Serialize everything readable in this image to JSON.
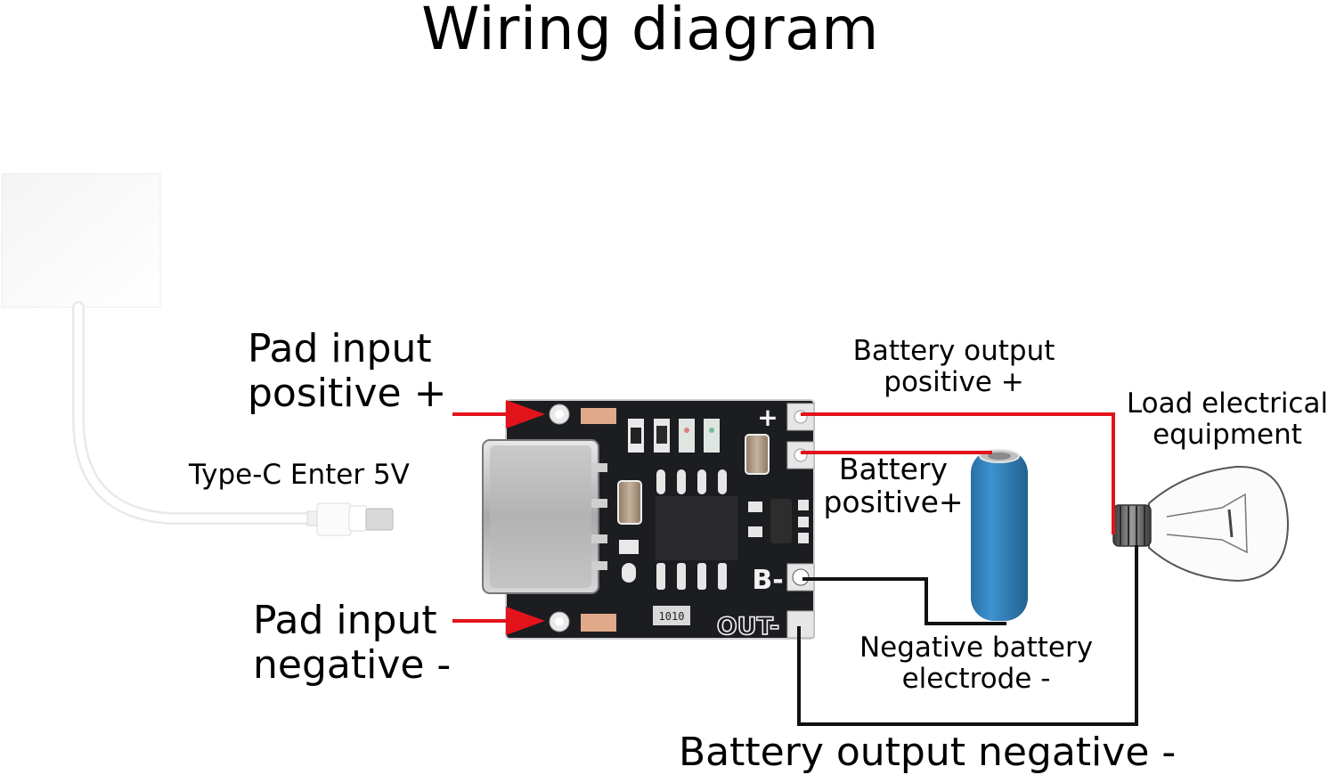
{
  "title": "Wiring diagram",
  "labels": {
    "pad_input_positive": [
      "Pad input",
      "positive +"
    ],
    "type_c_input": "Type-C Enter 5V",
    "pad_input_negative": [
      "Pad input",
      "negative -"
    ],
    "battery_output_positive": [
      "Battery output",
      "positive +"
    ],
    "battery_positive": [
      "Battery",
      "positive+"
    ],
    "load_equipment": [
      "Load electrical",
      "equipment"
    ],
    "negative_battery_electrode": [
      "Negative battery",
      "electrode -"
    ],
    "battery_output_negative": "Battery output negative -"
  },
  "board": {
    "silkscreen": {
      "plus": "+",
      "b_minus": "B-",
      "out_minus": "OUT-",
      "resistor_code": "1010"
    }
  },
  "colors": {
    "positive_wire": "#e3131b",
    "negative_wire": "#111111",
    "pcb": "#1c1d20",
    "battery": "#2f7fb8",
    "pad_copper": "#e0a98a"
  }
}
